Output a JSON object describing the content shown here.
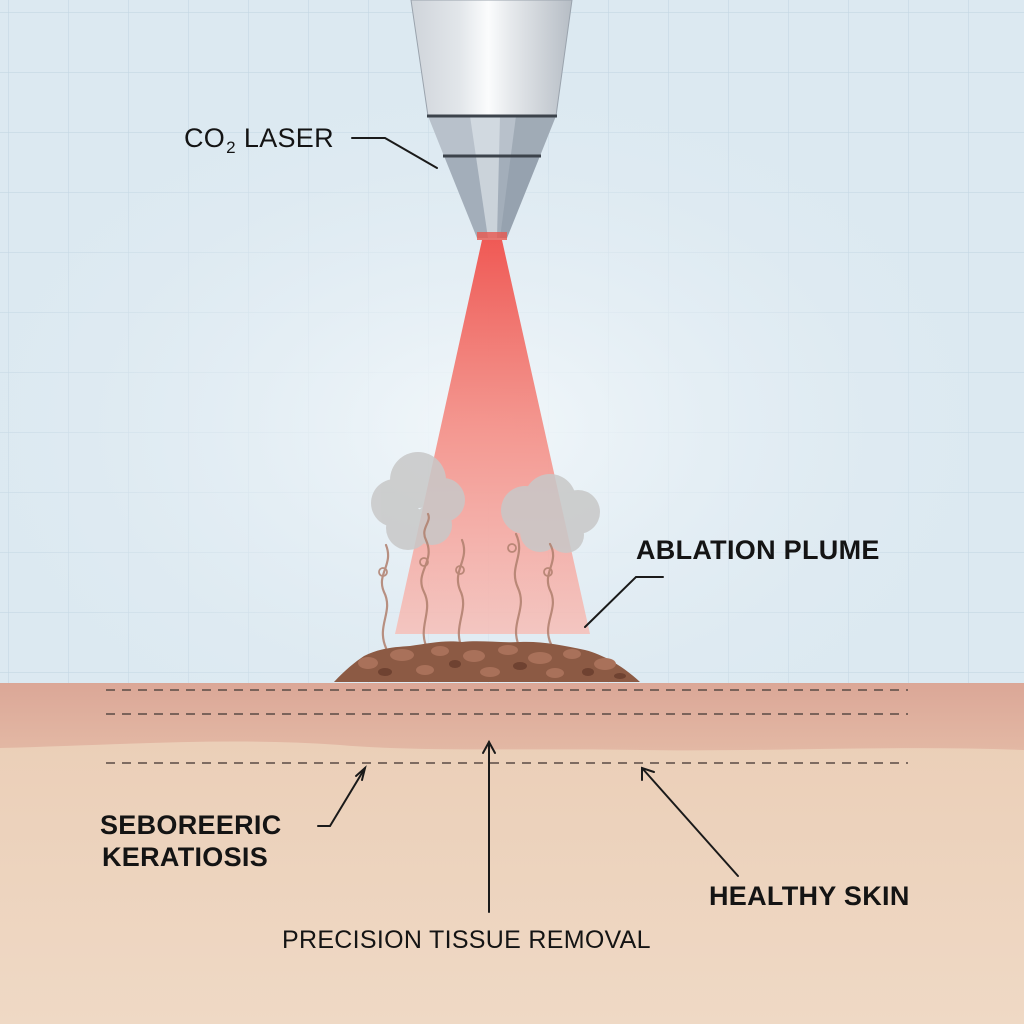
{
  "labels": {
    "laser_prefix": "CO",
    "laser_subscript": "2",
    "laser_suffix": "LASER",
    "plume": "ABLATION PLUME",
    "lesion_line1": "SEBOREERIC",
    "lesion_line2": "KERATIOSIS",
    "healthy": "HEALTHY SKIN",
    "removal": "PRECISION TISSUE REMOVAL"
  },
  "colors": {
    "background": "#dce9f1",
    "grid": "#c3d6e2",
    "laser_beam": "#f06a62",
    "epidermis": "#dba898",
    "dermis": "#edd3bc",
    "lesion": "#8c5a44",
    "smoke": "#c9c9c9",
    "annotation": "#1a1a1a"
  }
}
